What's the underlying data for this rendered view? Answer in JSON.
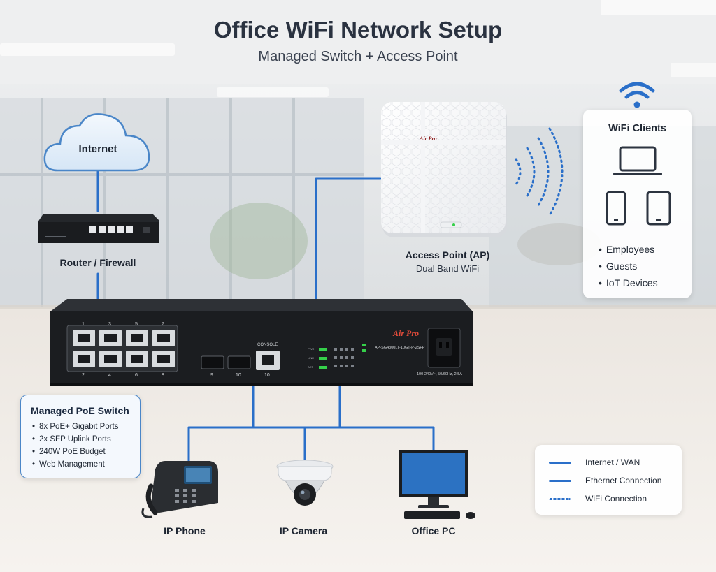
{
  "header": {
    "title": "Office WiFi Network Setup",
    "subtitle": "Managed Switch + Access Point"
  },
  "colors": {
    "link": "#2a6fc9",
    "card_border": "#4a86c8",
    "switch_body": "#1b1d20",
    "led_green": "#35d04a"
  },
  "nodes": {
    "internet": "Internet",
    "router": "Router / Firewall",
    "access_point": {
      "label": "Access Point (AP)",
      "sublabel": "Dual Band WiFi",
      "brand": "Air Pro"
    },
    "phone": "IP Phone",
    "camera": "IP Camera",
    "pc": "Office PC"
  },
  "switch_device": {
    "brand": "Air Pro",
    "model": "AP-SG4300LT-10GT-P-2SFP",
    "power_spec": "100-240V~, 50/60Hz, 2.5A",
    "console": "CONSOLE",
    "top_ports": [
      "1",
      "3",
      "5",
      "7"
    ],
    "bottom_ports": [
      "2",
      "4",
      "6",
      "8"
    ],
    "sfp_ports": [
      "9",
      "10"
    ],
    "console_port": "10",
    "leds": [
      "PWR",
      "LINK",
      "ACT"
    ]
  },
  "switch_info": {
    "title": "Managed PoE Switch",
    "features": [
      "8x PoE+ Gigabit Ports",
      "2x SFP Uplink Ports",
      "240W PoE Budget",
      "Web Management"
    ]
  },
  "wifi_clients": {
    "title": "WiFi Clients",
    "icons": [
      "wifi-icon",
      "laptop-icon",
      "phone-icon",
      "tablet-icon"
    ],
    "items": [
      "Employees",
      "Guests",
      "IoT Devices"
    ]
  },
  "legend": [
    {
      "label": "Internet / WAN",
      "style": "solid"
    },
    {
      "label": "Ethernet Connection",
      "style": "solid"
    },
    {
      "label": "WiFi Connection",
      "style": "dotted"
    }
  ]
}
